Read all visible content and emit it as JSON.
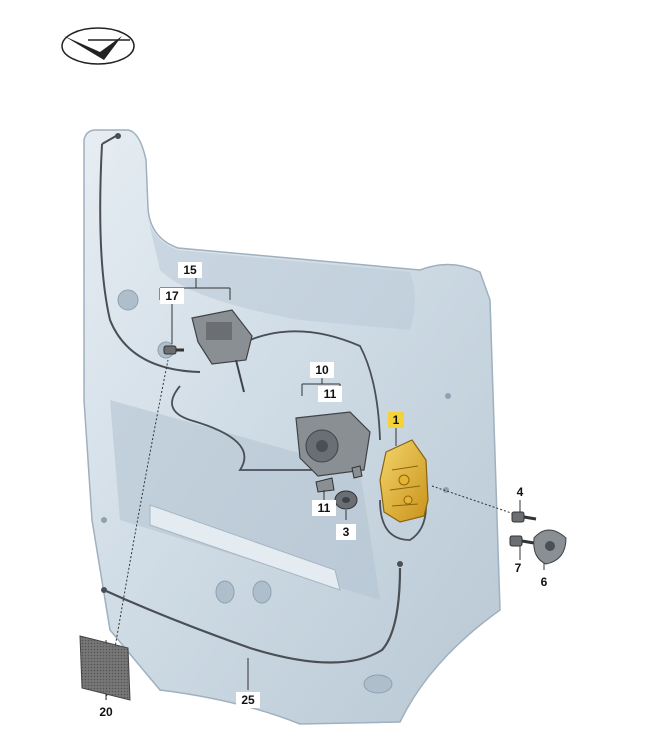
{
  "callouts": {
    "c1": "1",
    "c3": "3",
    "c4": "4",
    "c6": "6",
    "c7": "7",
    "c10": "10",
    "c11a": "11",
    "c11b": "11",
    "c15": "15",
    "c17": "17",
    "c20": "20",
    "c25": "25"
  },
  "icons": {
    "orientation": "orientation-arrow-icon"
  },
  "colors": {
    "door_panel": "#cfdce6",
    "door_edge": "#9fb0be",
    "highlight_part": "#e6b52e",
    "part_dark": "#6b6f74",
    "cable": "#4a4f55",
    "callout_highlight": "#f3d23a"
  }
}
